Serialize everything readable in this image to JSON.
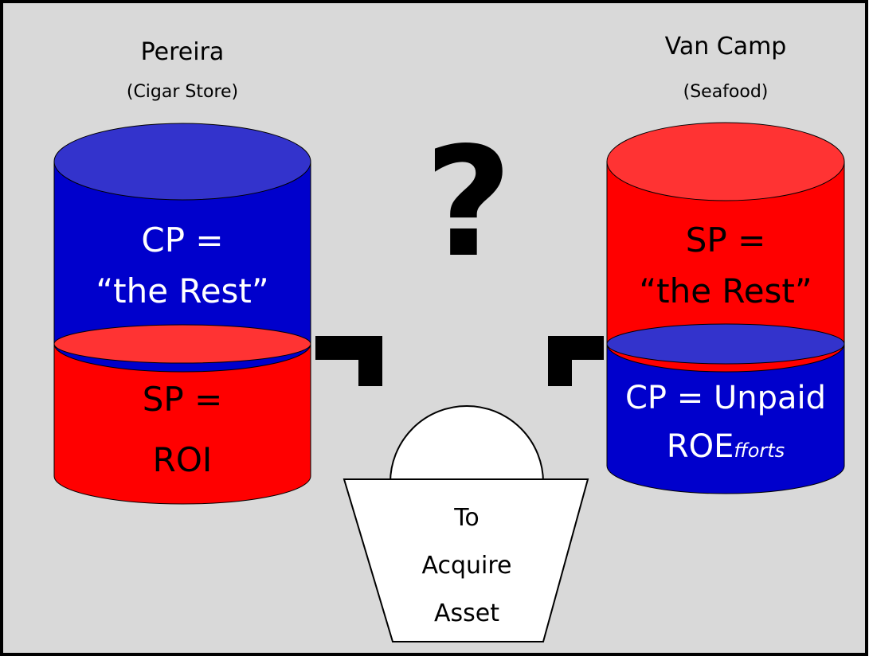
{
  "colors": {
    "background": "#d9d9d9",
    "border": "#000000",
    "red": "#ff0000",
    "red_top": "#ff3333",
    "blue": "#0000cc",
    "blue_top": "#3333cc",
    "white_text": "#ffffff",
    "black_text": "#000000"
  },
  "left_party": {
    "name": "Pereira",
    "business": "(Cigar Store)",
    "upper_line1": "CP =",
    "upper_line2": "“the Rest”",
    "lower_line1": "SP =",
    "lower_line2": "ROI"
  },
  "right_party": {
    "name": "Van Camp",
    "business": "(Seafood)",
    "upper_line1": "SP =",
    "upper_line2": "“the Rest”",
    "lower_line1": "CP = Unpaid",
    "lower_line2_main": "ROE",
    "lower_line2_sub": "fforts"
  },
  "question_mark": "?",
  "asset": {
    "line1": "To",
    "line2": "Acquire",
    "line3": "Asset"
  }
}
